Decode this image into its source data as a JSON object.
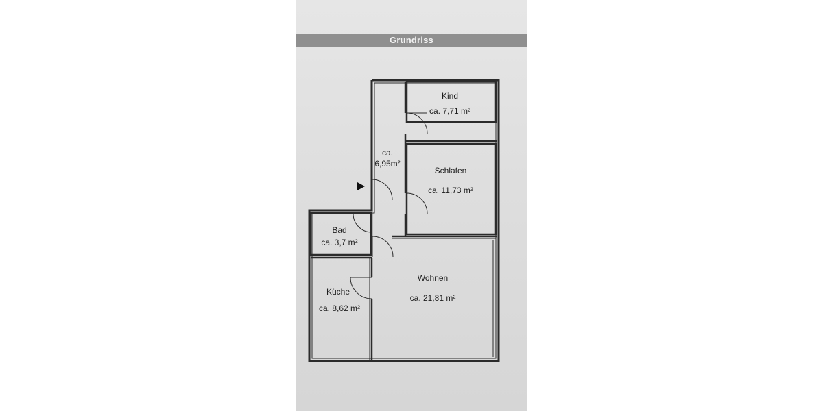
{
  "header": {
    "title": "Grundriss"
  },
  "rooms": {
    "kind": {
      "name": "Kind",
      "area": "ca. 7,71 m²"
    },
    "flur": {
      "name": "ca.",
      "area": "6,95m²"
    },
    "schlafen": {
      "name": "Schlafen",
      "area": "ca. 11,73 m²"
    },
    "bad": {
      "name": "Bad",
      "area": "ca. 3,7 m²"
    },
    "kueche": {
      "name": "Küche",
      "area": "ca. 8,62 m²"
    },
    "wohnen": {
      "name": "Wohnen",
      "area": "ca. 21,81 m²"
    }
  },
  "colors": {
    "wall": "#2b2b2b",
    "paper": "#dedede",
    "header": "#8f8f8f"
  }
}
